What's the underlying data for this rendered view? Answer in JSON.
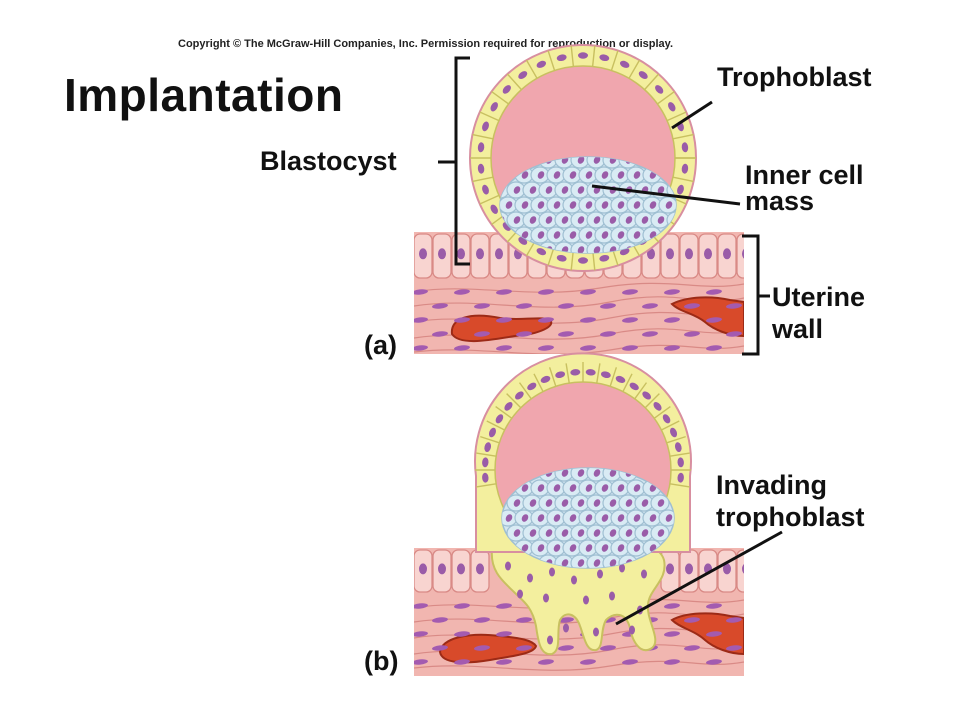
{
  "copyright": "Copyright © The McGraw-Hill Companies, Inc. Permission required for reproduction or display.",
  "title": "Implantation",
  "labels": {
    "blastocyst": "Blastocyst",
    "trophoblast": "Trophoblast",
    "inner_cell_mass_1": "Inner cell",
    "inner_cell_mass_2": "mass",
    "uterine_wall_1": "Uterine",
    "uterine_wall_2": "wall",
    "invading_1": "Invading",
    "invading_2": "trophoblast"
  },
  "panels": {
    "a": "(a)",
    "b": "(b)"
  },
  "colors": {
    "cavity": "#f0a6ae",
    "trophoblast_fill": "#f3ef9e",
    "trophoblast_stroke": "#c8c060",
    "inner_cells": "#cfe3ee",
    "nucleus": "#9a5ca8",
    "epithelium": "#f6c8c4",
    "stroma": "#f1b6b0",
    "vessel": "#d84a2a"
  }
}
